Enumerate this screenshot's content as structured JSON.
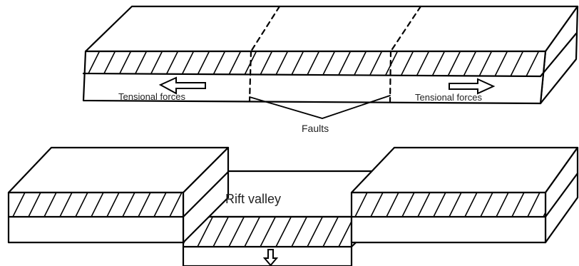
{
  "diagram": {
    "labels": {
      "tension_left": "Tensional forces",
      "tension_right": "Tensional forces",
      "faults": "Faults",
      "rift_valley": "Rift valley"
    },
    "colors": {
      "stroke": "#000000",
      "background": "#ffffff",
      "text": "#222222"
    },
    "icons": {
      "force_arrow_left": "left-arrow-icon",
      "force_arrow_right": "right-arrow-icon",
      "subsidence_arrow": "down-arrow-icon"
    }
  }
}
